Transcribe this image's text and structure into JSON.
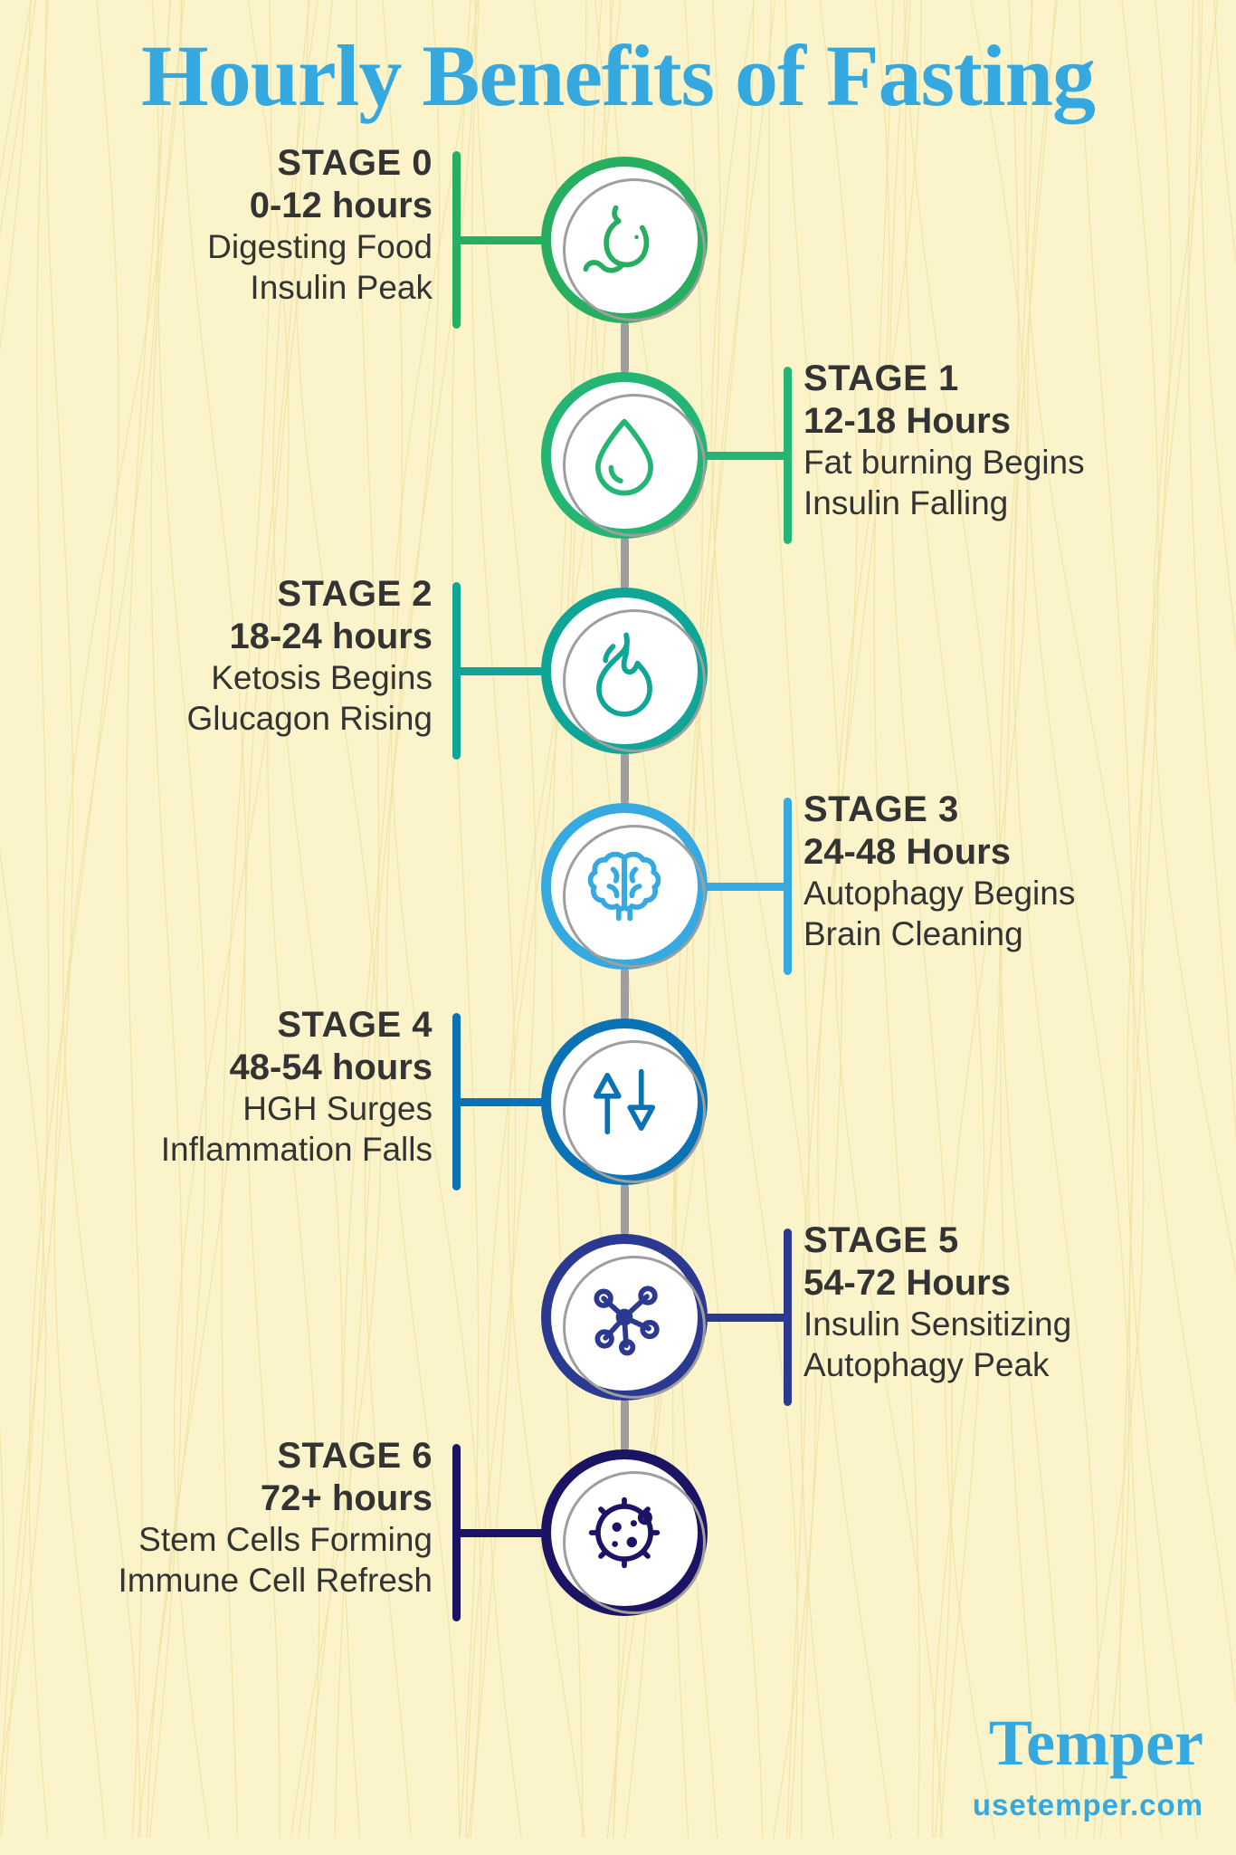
{
  "title": "Hourly Benefits of Fasting",
  "brand": {
    "name": "Temper",
    "url": "usetemper.com",
    "color": "#35a8e0"
  },
  "theme": {
    "background": "#fbf3c9",
    "texture_line": "#efe3a6",
    "spine": "#9e9e9e",
    "text": "#333333",
    "title_color": "#35a8e0"
  },
  "stages": [
    {
      "label": "STAGE 0",
      "hours": "0-12 hours",
      "line1": "Digesting Food",
      "line2": "Insulin Peak",
      "side": "left",
      "color": "#27ae60",
      "icon": "stomach-icon"
    },
    {
      "label": "STAGE 1",
      "hours": "12-18 Hours",
      "line1": "Fat burning Begins",
      "line2": "Insulin Falling",
      "side": "right",
      "color": "#24b473",
      "icon": "water-drop-icon"
    },
    {
      "label": "STAGE 2",
      "hours": "18-24 hours",
      "line1": "Ketosis Begins",
      "line2": "Glucagon Rising",
      "side": "left",
      "color": "#0fa697",
      "icon": "flame-icon"
    },
    {
      "label": "STAGE 3",
      "hours": "24-48 Hours",
      "line1": "Autophagy Begins",
      "line2": "Brain Cleaning",
      "side": "right",
      "color": "#36a9e1",
      "icon": "brain-icon"
    },
    {
      "label": "STAGE 4",
      "hours": "48-54 hours",
      "line1": "HGH Surges",
      "line2": "Inflammation Falls",
      "side": "left",
      "color": "#0b72b5",
      "icon": "up-down-arrows-icon"
    },
    {
      "label": "STAGE 5",
      "hours": "54-72 Hours",
      "line1": "Insulin Sensitizing",
      "line2": "Autophagy Peak",
      "side": "right",
      "color": "#2b3990",
      "icon": "molecule-icon"
    },
    {
      "label": "STAGE 6",
      "hours": "72+ hours",
      "line1": "Stem Cells Forming",
      "line2": "Immune Cell Refresh",
      "side": "left",
      "color": "#1b1464",
      "icon": "stem-cell-icon"
    }
  ]
}
